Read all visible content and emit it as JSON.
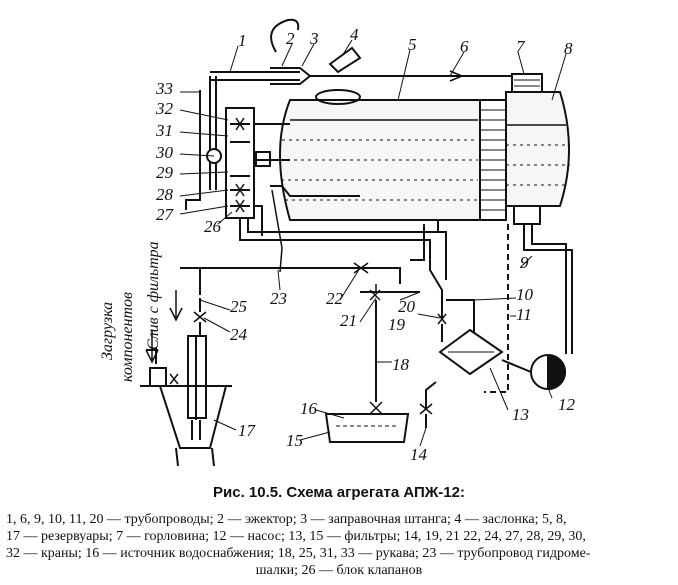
{
  "figure": {
    "caption": "Рис. 10.5. Схема агрегата АПЖ-12:",
    "legend_lines": [
      "1, 6, 9, 10, 11, 20 — трубопроводы; 2 — эжектор; 3 — заправочная штанга; 4 — заслонка; 5, 8,",
      "17 — резервуары; 7 — горловина; 12 — насос; 13, 15 — фильтры; 14, 19, 21 22, 24, 27, 28, 29, 30,",
      "32 — краны; 16 — источник водоснабжения; 18, 25, 31, 33 — рукава; 23 — трубопровод гидроме-",
      "шалки; 26 — блок клапанов"
    ]
  },
  "side_labels": {
    "loading": "Загрузка",
    "components": "компонентов",
    "drain": "Слив с фильтра"
  },
  "callouts": [
    "1",
    "2",
    "3",
    "4",
    "5",
    "6",
    "7",
    "8",
    "9",
    "10",
    "11",
    "12",
    "13",
    "14",
    "15",
    "16",
    "17",
    "18",
    "19",
    "20",
    "21",
    "22",
    "23",
    "24",
    "25",
    "26",
    "27",
    "28",
    "29",
    "30",
    "31",
    "32",
    "33"
  ]
}
